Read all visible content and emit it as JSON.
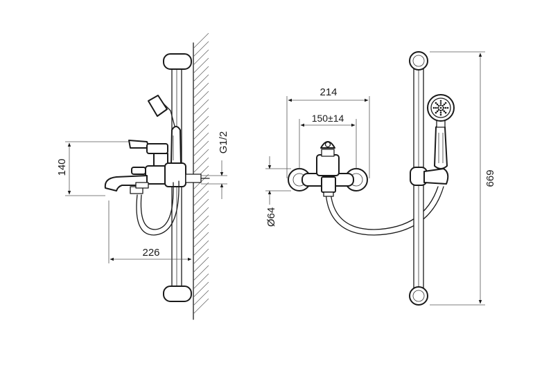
{
  "dimensions": {
    "height_140": "140",
    "projection_226": "226",
    "thread_g12": "G1/2",
    "width_214": "214",
    "centers_150": "150±14",
    "dia_64": "Ø64",
    "height_669": "669"
  },
  "colors": {
    "line": "#1a1a1a",
    "dimension": "#555555",
    "hatch": "#666666",
    "background": "#ffffff"
  }
}
